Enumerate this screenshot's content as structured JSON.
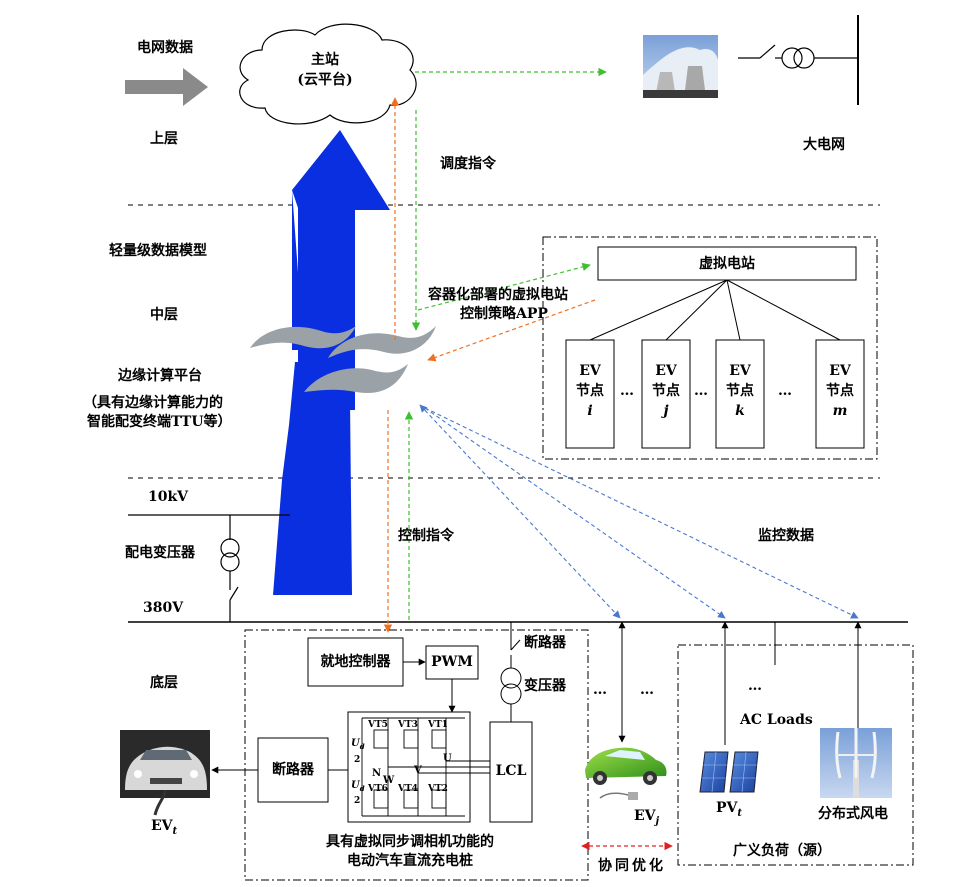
{
  "upper": {
    "grid_data_label": "电网数据",
    "master_station_line1": "主站",
    "master_station_line2": "(云平台)",
    "layer_label": "上层",
    "dispatch_label": "调度指令",
    "grid_label": "大电网"
  },
  "middle": {
    "lightweight_model": "轻量级数据模型",
    "layer_label": "中层",
    "edge_platform": "边缘计算平台",
    "edge_note_line1": "（具有边缘计算能力的",
    "edge_note_line2": "智能配变终端TTU等）",
    "app_line1": "容器化部署的虚拟电站",
    "app_line2": "控制策略APP",
    "vpp_label": "虚拟电站",
    "ev_nodes": [
      {
        "line1": "EV",
        "line2": "节点",
        "index": "i"
      },
      {
        "line1": "EV",
        "line2": "节点",
        "index": "j"
      },
      {
        "line1": "EV",
        "line2": "节点",
        "index": "k"
      },
      {
        "line1": "EV",
        "line2": "节点",
        "index": "m"
      }
    ],
    "ellipsis": "…"
  },
  "lower": {
    "voltage_10kv": "10kV",
    "transformer_label": "配电变压器",
    "voltage_380v": "380V",
    "control_cmd": "控制指令",
    "monitor_data": "监控数据",
    "layer_label": "底层",
    "local_controller": "就地控制器",
    "pwm": "PWM",
    "breaker_top": "断路器",
    "transformer_small": "变压器",
    "lcl": "LCL",
    "breaker_box": "断路器",
    "ev_t_label": "EV",
    "ev_t_sub": "t",
    "charger_line1": "具有虚拟同步调相机功能的",
    "charger_line2": "电动汽车直流充电桩",
    "ev_j_label": "EV",
    "ev_j_sub": "j",
    "pv_label": "PV",
    "pv_sub": "t",
    "ac_loads": "AC Loads",
    "wind_label": "分布式风电",
    "generalized_load": "广义负荷（源）",
    "coop_opt": "协同优化",
    "dots": "…",
    "inverter": {
      "vt5": "VT5",
      "vt3": "VT3",
      "vt1": "VT1",
      "vt6": "VT6",
      "vt4": "VT4",
      "vt2": "VT2",
      "ud": "U",
      "ud_sub": "d",
      "half": "2",
      "u": "U",
      "v": "V",
      "w": "W",
      "n": "N"
    }
  },
  "colors": {
    "blue_arrow": "#0a2fe0",
    "orange_link": "#f07020",
    "green_link": "#3fbf2f",
    "blue_link": "#4a78d0",
    "grey_arrow": "#8a8a8a",
    "red_link": "#e02020"
  }
}
